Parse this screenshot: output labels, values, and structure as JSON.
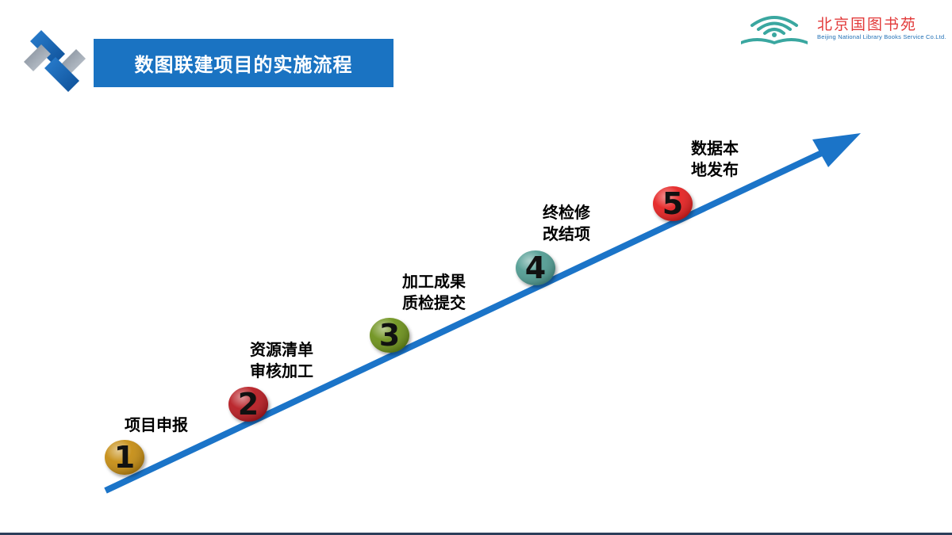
{
  "slide": {
    "title": "数图联建项目的实施流程"
  },
  "brand": {
    "name": "北京国图书苑",
    "subtitle": "Beijing National Library Books Service Co.Ltd."
  },
  "colors": {
    "accent_blue": "#1a73c2",
    "arrow_blue": "#1b74c8",
    "brand_red": "#e23a3a",
    "brand_teal": "#3aa7a0"
  },
  "steps": [
    {
      "number": "1",
      "label": "项目申报",
      "color": "#c48a0c"
    },
    {
      "number": "2",
      "label": "资源清单\n审核加工",
      "color": "#b5121b"
    },
    {
      "number": "3",
      "label": "加工成果\n质检提交",
      "color": "#6b8f12"
    },
    {
      "number": "4",
      "label": "终检修\n改结项",
      "color": "#4e9a90"
    },
    {
      "number": "5",
      "label": "数据本\n地发布",
      "color": "#e51d1d"
    }
  ]
}
